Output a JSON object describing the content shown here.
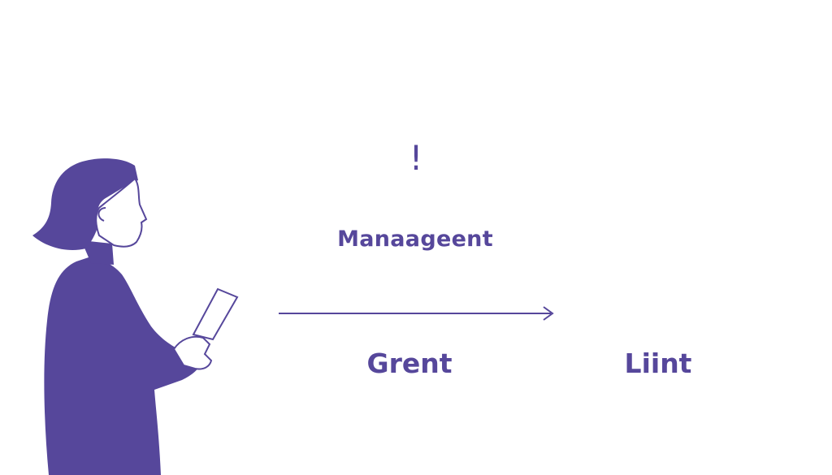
{
  "colors": {
    "accent": "#56479b",
    "background": "#ffffff"
  },
  "figure": {
    "icon": "person-holding-tablet-silhouette"
  },
  "labels": {
    "exclamation": "!",
    "top": "Manaageent",
    "bottom_left": "Grent",
    "bottom_right": "Liint"
  },
  "connector": {
    "style": "arrow-right"
  }
}
